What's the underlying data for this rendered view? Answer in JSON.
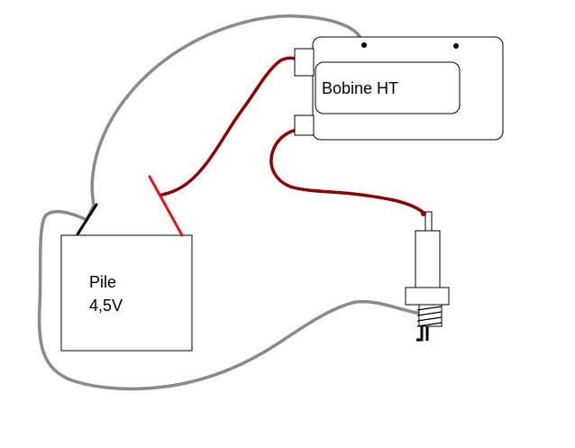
{
  "coil": {
    "label": "Bobine HT"
  },
  "battery": {
    "line1": "Pile",
    "line2": "4,5V"
  },
  "colors": {
    "ground_wire": "#8a8a8a",
    "hv_wire": "#8b0000",
    "positive_lead": "#e0151b",
    "negative_lead": "#000000",
    "outline": "#000000",
    "background": "#ffffff"
  },
  "icons": {
    "coil": "ignition-coil-icon",
    "battery": "battery-icon",
    "plug": "spark-plug-icon"
  }
}
